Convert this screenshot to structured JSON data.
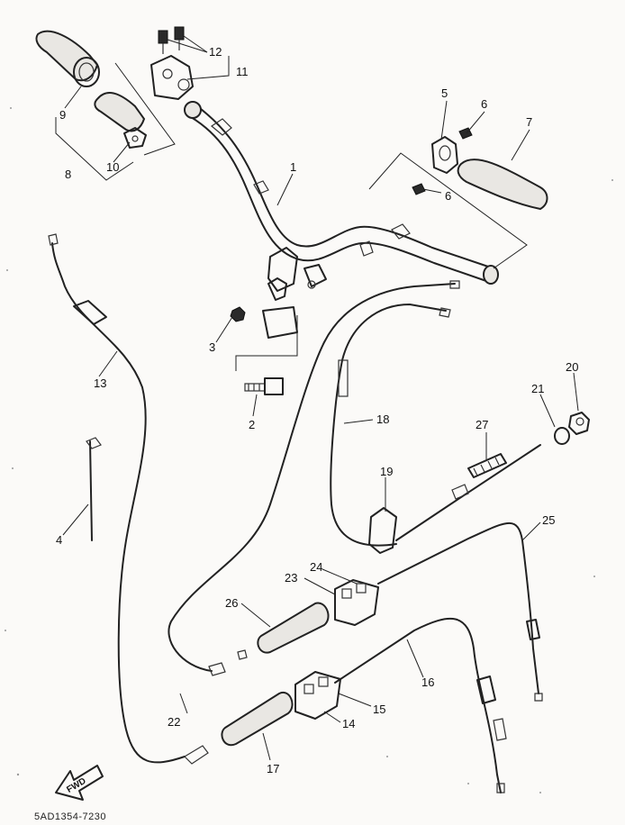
{
  "callouts": {
    "c1": "1",
    "c2": "2",
    "c3": "3",
    "c4": "4",
    "c5": "5",
    "c6a": "6",
    "c6b": "6",
    "c7": "7",
    "c8": "8",
    "c9": "9",
    "c10": "10",
    "c11": "11",
    "c12": "12",
    "c13": "13",
    "c14": "14",
    "c15": "15",
    "c16": "16",
    "c17": "17",
    "c18": "18",
    "c19": "19",
    "c20": "20",
    "c21": "21",
    "c22": "22",
    "c23": "23",
    "c24": "24",
    "c25": "25",
    "c26": "26",
    "c27": "27"
  },
  "direction_arrow": {
    "label": "FWD"
  },
  "drawing_code": "5AD1354-7230",
  "colors": {
    "ink": "#222222",
    "paper": "#fbfaf8"
  }
}
